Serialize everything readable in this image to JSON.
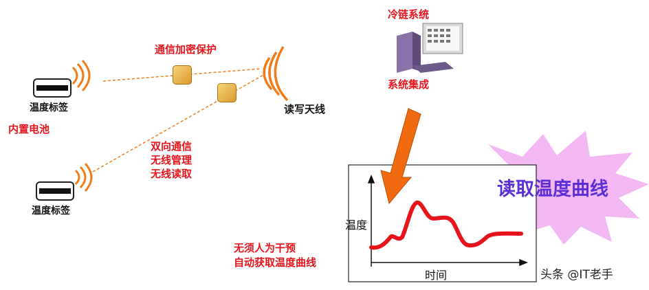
{
  "labels": {
    "tag1": "温度标签",
    "tag2": "温度标签",
    "builtin_battery": "内置电池",
    "encryption": "通信加密保护",
    "reader_antenna": "读写天线",
    "comm_features": [
      "双向通信",
      "无线管理",
      "无线读取"
    ],
    "cold_chain_system": "冷链系统",
    "system_integration": "系统集成",
    "read_curve": "读取温度曲线",
    "auto_fetch": [
      "无须人为干预",
      "自动获取温度曲线"
    ],
    "y_axis": "温度",
    "x_axis": "时间",
    "watermark": "头条 @IT老手"
  },
  "colors": {
    "label_red": "#e8141c",
    "wave_orange": "#f07d1a",
    "arrow_orange": "#f06a10",
    "curve_red": "#e8141c",
    "burst_pink": "#f3b8f3",
    "burst_text": "#5a2fd6"
  },
  "icons": [
    "tag-icon",
    "radio-wave-icon",
    "key-icon",
    "antenna-icon",
    "computer-icon",
    "arrow-icon",
    "burst-icon"
  ]
}
